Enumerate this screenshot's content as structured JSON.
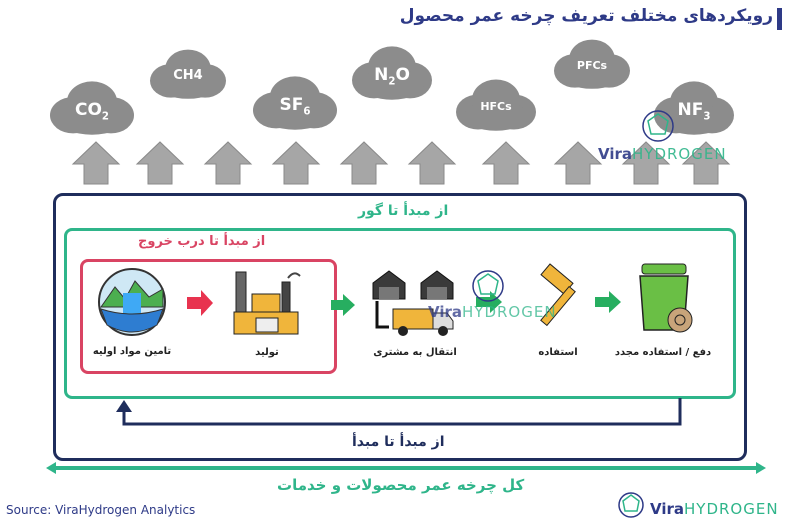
{
  "title": "رویکردهای مختلف تعریف چرخه عمر محصول",
  "gases": [
    {
      "name": "co2-cloud",
      "base": "CO",
      "sub": "2"
    },
    {
      "name": "ch4-cloud",
      "base": "CH4",
      "sub": ""
    },
    {
      "name": "sf6-cloud",
      "base": "SF",
      "sub": "6"
    },
    {
      "name": "n2o-cloud",
      "base": "N",
      "sub": "2",
      "tail": "O"
    },
    {
      "name": "hfcs-cloud",
      "base": "HFCs",
      "sub": ""
    },
    {
      "name": "pfcs-cloud",
      "base": "PFCs",
      "sub": ""
    },
    {
      "name": "nf3-cloud",
      "base": "NF",
      "sub": "3"
    }
  ],
  "boundaries": {
    "cradle_to_grave": "از مبدأ تا گور",
    "cradle_to_gate": "از مبدأ تا درب خروج",
    "cradle_to_cradle": "از مبدأ تا مبدأ",
    "full_lifecycle": "کل چرخه عمر محصولات و خدمات"
  },
  "steps": {
    "raw_material": "تامین مواد اولیه",
    "production": "تولید",
    "transport": "انتقال به مشتری",
    "use": "استفاده",
    "disposal": "دفع / استفاده مجدد"
  },
  "source": "Source: ViraHydrogen Analytics",
  "watermark": {
    "vira": "Vira",
    "hydrogen": "HYDROGEN"
  },
  "colors": {
    "navy": "#1f2d5c",
    "green": "#2fb58a",
    "red": "#d94463",
    "grey": "#a6a6a6",
    "cloud": "#8c8c8c"
  }
}
